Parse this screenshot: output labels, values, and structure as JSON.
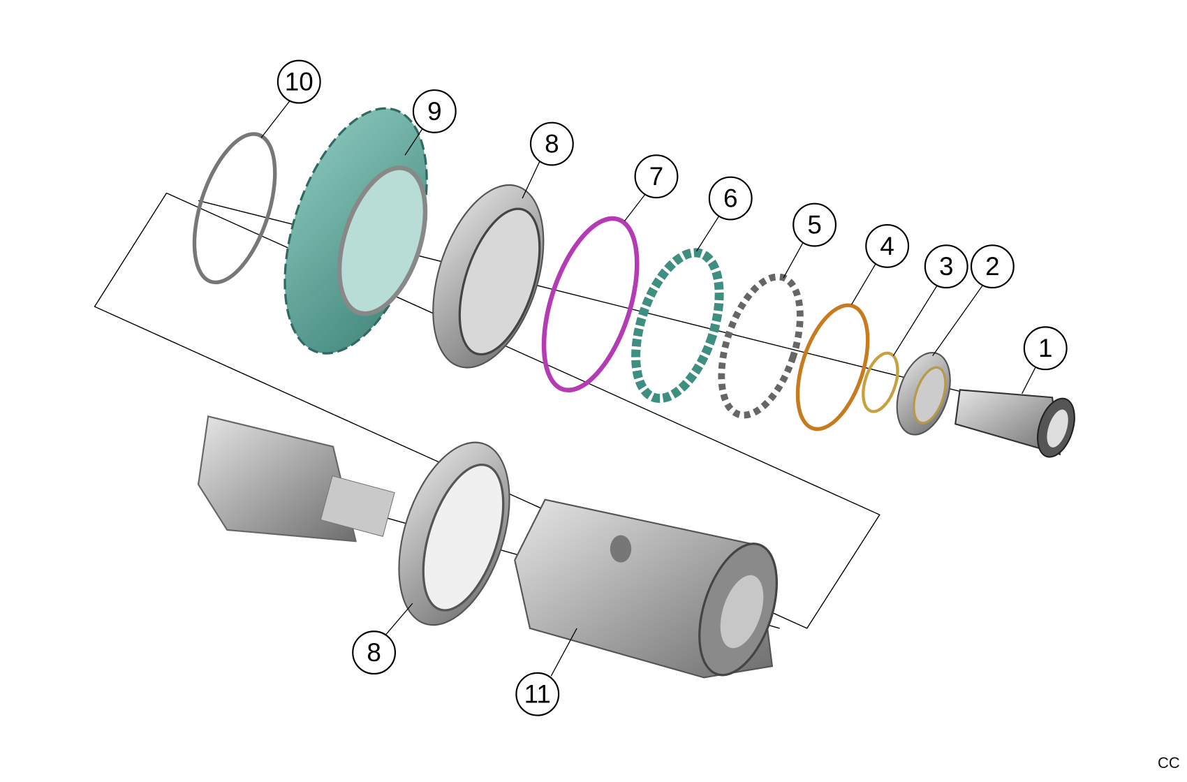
{
  "callouts": [
    {
      "id": "10",
      "label": "10"
    },
    {
      "id": "9",
      "label": "9"
    },
    {
      "id": "8a",
      "label": "8"
    },
    {
      "id": "7",
      "label": "7"
    },
    {
      "id": "6",
      "label": "6"
    },
    {
      "id": "5",
      "label": "5"
    },
    {
      "id": "4",
      "label": "4"
    },
    {
      "id": "3",
      "label": "3"
    },
    {
      "id": "2",
      "label": "2"
    },
    {
      "id": "1",
      "label": "1"
    },
    {
      "id": "8b",
      "label": "8"
    },
    {
      "id": "11",
      "label": "11"
    }
  ],
  "corner_code": "CC",
  "colors": {
    "teal": "#5fa89d",
    "magenta": "#b43bb4",
    "orange": "#c87a1e",
    "gold": "#c8a040",
    "steel": "#a8a8a8"
  }
}
